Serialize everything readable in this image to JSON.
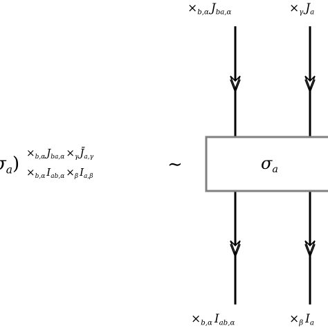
{
  "diagram": {
    "lhs": {
      "visible_prefix": "σ",
      "visible_prefix_sub": "a",
      "close_paren": ")",
      "upper_script": [
        {
          "sym": "×",
          "sub": "b,α"
        },
        {
          "sym": "J",
          "sub": "ba,α"
        },
        {
          "sym": "×",
          "sub": "γ"
        },
        {
          "sym": "J̄",
          "sub": "a,γ"
        }
      ],
      "lower_script": [
        {
          "sym": "×",
          "sub": "b,α"
        },
        {
          "sym": "I",
          "sub": "ab,α"
        },
        {
          "sym": "×",
          "sub": "β"
        },
        {
          "sym": "I",
          "sub": "a,β"
        }
      ]
    },
    "relation": "∼",
    "box": {
      "main": "σ",
      "sub": "a"
    },
    "top_labels": [
      [
        {
          "sym": "×",
          "sub": "b,α"
        },
        {
          "sym": "J",
          "sub": "ba,α"
        }
      ],
      [
        {
          "sym": "×",
          "sub": "γ"
        },
        {
          "sym": "J",
          "sub": "a"
        }
      ]
    ],
    "bottom_labels": [
      [
        {
          "sym": "×",
          "sub": "b,α"
        },
        {
          "sym": "I",
          "sub": "ab,α"
        }
      ],
      [
        {
          "sym": "×",
          "sub": "β"
        },
        {
          "sym": "I",
          "sub": "a"
        }
      ]
    ],
    "colors": {
      "stroke": "#000000",
      "box_border": "#808080",
      "box_fill": "#ffffff"
    }
  }
}
